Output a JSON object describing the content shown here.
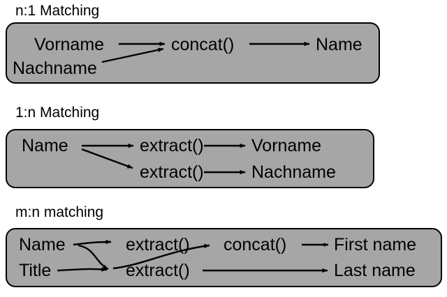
{
  "page": {
    "background_color": "#ffffff",
    "box_fill_color": "#a6a6a6",
    "box_border_color": "#000000",
    "text_color": "#000000",
    "arrow_color": "#000000"
  },
  "sections": [
    {
      "id": "n-to-1",
      "title": "n:1 Matching",
      "sources": [
        "Vorname",
        "Nachname"
      ],
      "transforms": [
        "concat()"
      ],
      "targets": [
        "Name"
      ],
      "edges": [
        {
          "from": "Vorname",
          "to": "concat()",
          "style": "straight"
        },
        {
          "from": "Nachname",
          "to": "concat()",
          "style": "diagonal"
        },
        {
          "from": "concat()",
          "to": "Name",
          "style": "straight"
        }
      ]
    },
    {
      "id": "1-to-n",
      "title": "1:n Matching",
      "sources": [
        "Name"
      ],
      "transforms": [
        "extract()",
        "extract()"
      ],
      "targets": [
        "Vorname",
        "Nachname"
      ],
      "edges": [
        {
          "from": "Name",
          "to": "extract()",
          "style": "straight"
        },
        {
          "from": "Name",
          "to": "extract()",
          "style": "diagonal"
        },
        {
          "from": "extract()",
          "to": "Vorname",
          "style": "straight"
        },
        {
          "from": "extract()",
          "to": "Nachname",
          "style": "straight"
        }
      ]
    },
    {
      "id": "m-to-n",
      "title": "m:n matching",
      "sources": [
        "Name",
        "Title"
      ],
      "transforms": [
        "extract()",
        "extract()",
        "concat()"
      ],
      "targets": [
        "First name",
        "Last name"
      ],
      "edges": [
        {
          "from": "Name",
          "to": "extract()",
          "style": "curved"
        },
        {
          "from": "Name",
          "to": "extract()",
          "style": "curved-cross"
        },
        {
          "from": "Title",
          "to": "extract()",
          "style": "curved-cross"
        },
        {
          "from": "extract()",
          "to": "concat()",
          "style": "straight"
        },
        {
          "from": "concat()",
          "to": "First name",
          "style": "straight"
        },
        {
          "from": "extract()",
          "to": "Last name",
          "style": "straight"
        }
      ]
    }
  ]
}
